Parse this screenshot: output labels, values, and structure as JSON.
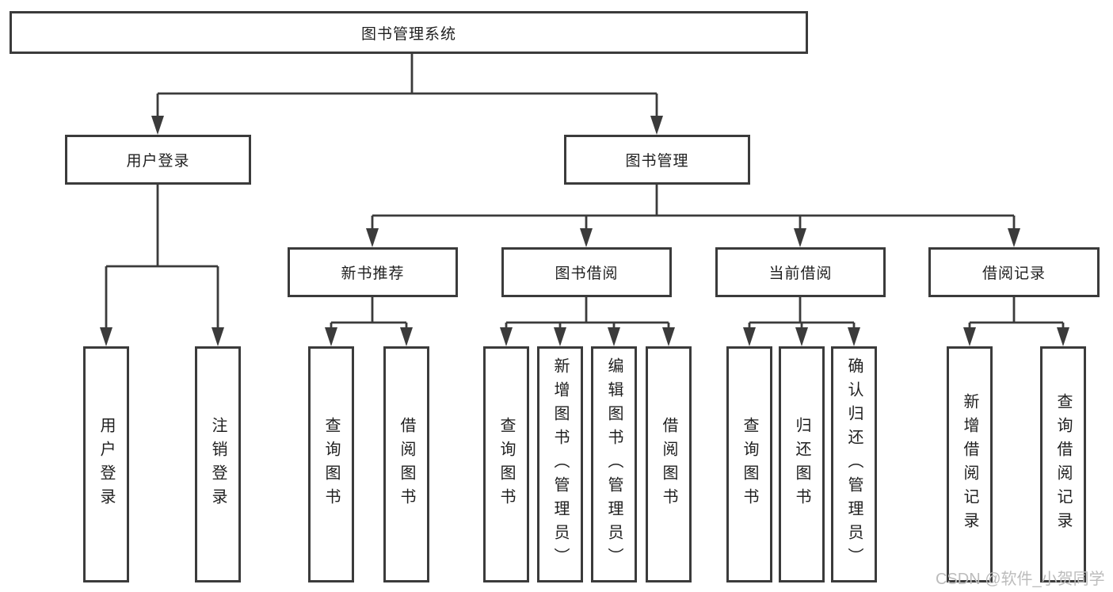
{
  "diagram": {
    "root": {
      "label": "图书管理系统"
    },
    "branches": [
      {
        "label": "用户登录",
        "children": [
          {
            "label": "用户登录"
          },
          {
            "label": "注销登录"
          }
        ]
      },
      {
        "label": "图书管理",
        "children": [
          {
            "label": "新书推荐",
            "children": [
              {
                "label": "查询图书"
              },
              {
                "label": "借阅图书"
              }
            ]
          },
          {
            "label": "图书借阅",
            "children": [
              {
                "label": "查询图书"
              },
              {
                "label": "新增图书（管理员）"
              },
              {
                "label": "编辑图书（管理员）"
              },
              {
                "label": "借阅图书"
              }
            ]
          },
          {
            "label": "当前借阅",
            "children": [
              {
                "label": "查询图书"
              },
              {
                "label": "归还图书"
              },
              {
                "label": "确认归还（管理员）"
              }
            ]
          },
          {
            "label": "借阅记录",
            "children": [
              {
                "label": "新增借阅记录"
              },
              {
                "label": "查询借阅记录"
              }
            ]
          }
        ]
      }
    ]
  },
  "watermark": {
    "text": "CSDN @软件_小贺同学"
  },
  "colors": {
    "line": "#3b3b3b",
    "text": "#1f1f1f",
    "background": "#ffffff",
    "watermark": "#bcbcbc"
  }
}
